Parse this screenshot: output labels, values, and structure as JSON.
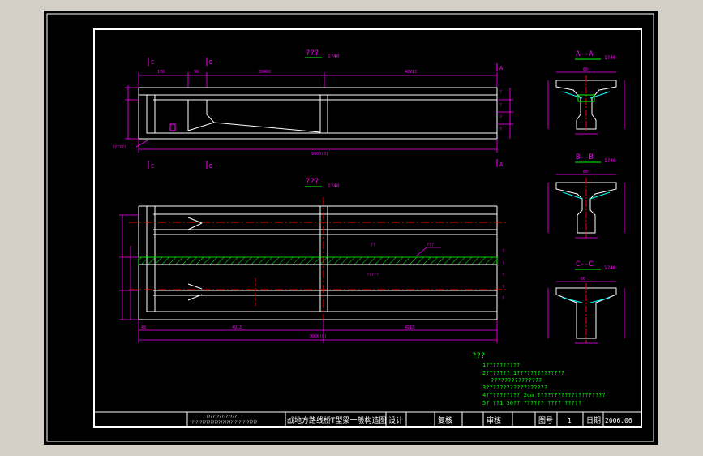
{
  "colors": {
    "background_outer": "#d4d0c8",
    "canvas": "#000000",
    "frame": "#ffffff",
    "title_text": "#ff00ff",
    "dimension": "#ff00ff",
    "object": "#ffffff",
    "centerline": "#ff0000",
    "hatch": "#00ff00",
    "notes": "#00ff00",
    "title_block_text": "#ffffff"
  },
  "views": {
    "elevation": {
      "title": "???",
      "scale": "1?40",
      "section_c_left": "C",
      "section_b_left": "B",
      "section_a_right": "A",
      "label_left": "??????",
      "mark_q": "?"
    },
    "plan": {
      "title": "???",
      "scale": "1?40",
      "label_mid": "??",
      "label_right": "???",
      "label_low": "?????",
      "mark_q": "?"
    },
    "section_a": {
      "title": "A--A",
      "scale": "1?40"
    },
    "section_b": {
      "title": "B--B",
      "scale": "1?40"
    },
    "section_c": {
      "title": "C--C",
      "scale": "1?40"
    }
  },
  "dimensions": {
    "elev_top": [
      "170",
      "90",
      "30400",
      "48913"
    ],
    "elev_bottom": "9900(0)",
    "plan_bottom": [
      "48",
      "4913",
      "4913"
    ],
    "plan_total": "9900(0)",
    "sec_a_top": "80",
    "sec_b_top": "80",
    "sec_c_top": "60"
  },
  "notes": {
    "heading": "???",
    "lines": [
      "1??????????",
      "2??????? 1??????????????",
      "???????????????",
      "3??????????????????",
      "4??????????  2cm    ????????????????????",
      "5? ??1   30??      ??????       ????       ?????"
    ]
  },
  "title_block": {
    "company_line1": "??????????????",
    "company_line2": "?????????????????????????????????",
    "drawing_title": "战地方路线桥T型梁一般构造图",
    "design_label": "设计",
    "review_label": "复核",
    "audit_label": "审核",
    "drawing_no_label": "图号",
    "drawing_no": "1",
    "date_label": "日期",
    "date": "2006.06"
  }
}
